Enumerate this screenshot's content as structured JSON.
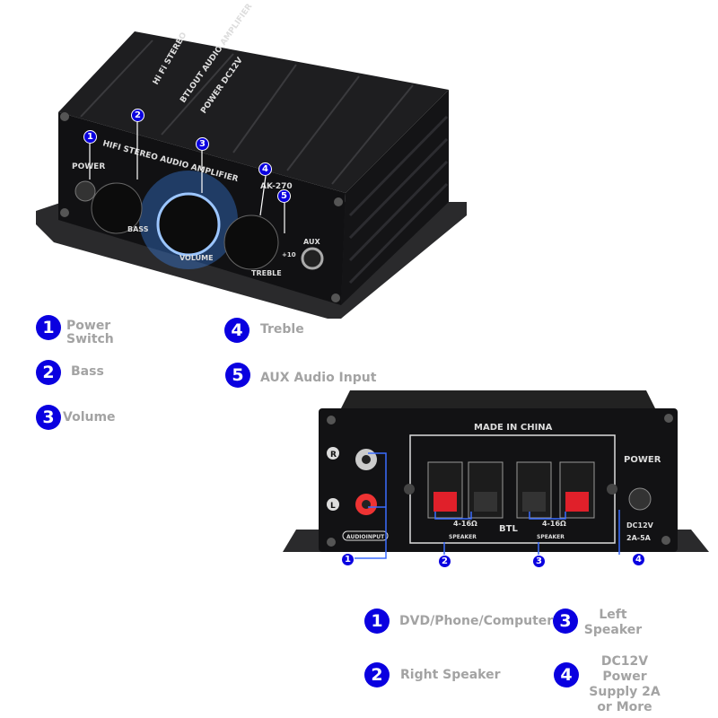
{
  "front": {
    "legend": [
      {
        "num": "1",
        "label": "Power Switch"
      },
      {
        "num": "2",
        "label": "Bass"
      },
      {
        "num": "3",
        "label": "Volume"
      },
      {
        "num": "4",
        "label": "Treble"
      },
      {
        "num": "5",
        "label": "AUX Audio Input"
      }
    ],
    "device_text": {
      "panel_title": "HIFI STEREO AUDIO AMPLIFIER",
      "power": "POWER",
      "bass": "BASS",
      "volume": "VOLUME",
      "treble": "TREBLE",
      "aux": "AUX",
      "model": "AK-270",
      "top_1": "Hi Fi STEREO",
      "top_2": "BTLOUT AUDIO AMPLIFIER",
      "top_3": "POWER DC12V",
      "plus10": "+10"
    }
  },
  "rear": {
    "legend": [
      {
        "num": "1",
        "label": "DVD/Phone/Computer"
      },
      {
        "num": "2",
        "label": "Right Speaker"
      },
      {
        "num": "3",
        "label": "Left Speaker"
      },
      {
        "num": "4",
        "label": "DC12V Power Supply 2A or More"
      }
    ],
    "device_text": {
      "made_in": "MADE IN CHINA",
      "r": "R",
      "l": "L",
      "audio_input": "AUDIOINPUT",
      "impedance": "4-16Ω",
      "speaker": "SPEAKER",
      "btl": "BTL",
      "power": "POWER",
      "dc": "DC12V",
      "amps": "2A-5A"
    }
  },
  "colors": {
    "marker": "#0a00e0",
    "label": "#a3a3a3",
    "body": "#1b1b1d",
    "knob_glow": "#3b8cff",
    "terminal_red": "#e0202a"
  }
}
